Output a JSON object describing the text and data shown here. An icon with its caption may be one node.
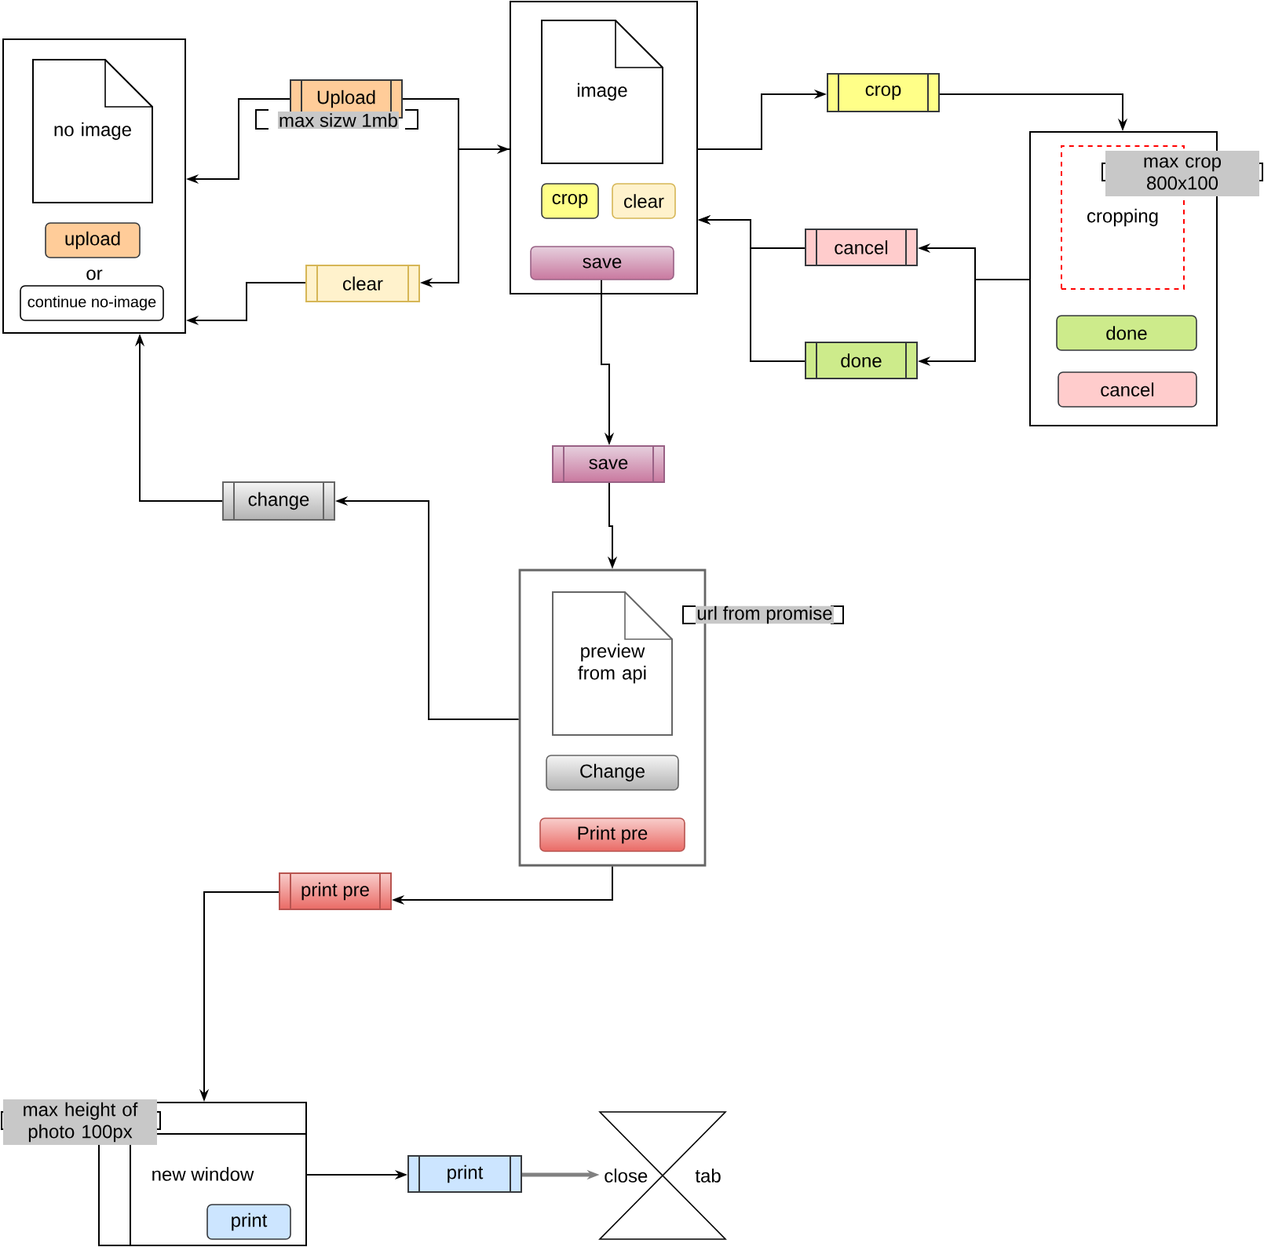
{
  "diagram": {
    "nodes": [
      {
        "text": [],
        "shape": "box"
      },
      {
        "text": [
          "no image"
        ],
        "in": 0
      },
      {
        "text": [
          "upload"
        ],
        "in": 0
      },
      {
        "text": [
          "continue no-image"
        ],
        "in": 0
      },
      {
        "text": [
          "Upload"
        ]
      },
      {
        "text": [
          "max sizw 1mb"
        ]
      },
      {
        "text": [
          "clear"
        ]
      },
      {
        "text": [],
        "shape": "box"
      },
      {
        "text": [
          "image"
        ],
        "in": 7
      },
      {
        "text": [
          "crop"
        ],
        "in": 7
      },
      {
        "text": [
          "clear"
        ],
        "in": 7
      },
      {
        "text": [
          "save"
        ],
        "in": 7
      },
      {
        "text": [
          "crop"
        ]
      },
      {
        "text": [],
        "shape": "box"
      },
      {
        "text": [
          "cropping"
        ],
        "in": 13
      },
      {
        "text": [
          "max crop 800x100"
        ]
      },
      {
        "text": [
          "done"
        ],
        "in": 13
      },
      {
        "text": [
          "cancel"
        ],
        "in": 13
      },
      {
        "text": [
          "cancel"
        ]
      },
      {
        "text": [
          "done"
        ]
      },
      {
        "text": [
          "save"
        ]
      },
      {
        "text": [
          "change"
        ]
      },
      {
        "text": [],
        "shape": "box"
      },
      {
        "text": [
          "preview from api"
        ],
        "in": 22
      },
      {
        "text": [
          "url from promise"
        ]
      },
      {
        "text": [
          "Change"
        ],
        "in": 22
      },
      {
        "text": [
          "Print pre"
        ],
        "in": 22
      },
      {
        "text": [
          "print pre"
        ]
      },
      {
        "text": [
          "new window"
        ]
      },
      {
        "text": [
          "print"
        ],
        "in": 28
      },
      {
        "text": [
          "max height of photo 100px"
        ]
      },
      {
        "text": [
          "print"
        ]
      },
      {
        "text": [
          "close",
          "tab"
        ]
      }
    ],
    "edges": [
      {
        "from": 4,
        "to": 0,
        "arrow": "to"
      },
      {
        "from": 4,
        "to": 7,
        "arrow": "to"
      },
      {
        "from": 7,
        "to": 6,
        "arrow": "to"
      },
      {
        "from": 6,
        "to": 0,
        "arrow": "to"
      },
      {
        "from": 7,
        "to": 12,
        "arrow": "to"
      },
      {
        "from": 12,
        "to": 13,
        "arrow": "to"
      },
      {
        "from": 13,
        "to": 18,
        "arrow": "to"
      },
      {
        "from": 13,
        "to": 19,
        "arrow": "to"
      },
      {
        "from": 18,
        "to": 7,
        "arrow": "to"
      },
      {
        "from": 19,
        "to": 7,
        "arrow": "to"
      },
      {
        "from": 11,
        "to": 20,
        "arrow": "to"
      },
      {
        "from": 20,
        "to": 22,
        "arrow": "to"
      },
      {
        "from": 22,
        "to": 21,
        "arrow": "to"
      },
      {
        "from": 21,
        "to": 0,
        "arrow": "to"
      },
      {
        "from": 22,
        "to": 27,
        "arrow": "to"
      },
      {
        "from": 27,
        "to": 28,
        "arrow": "to"
      },
      {
        "from": 28,
        "to": 31,
        "arrow": "to"
      },
      {
        "from": 31,
        "to": 32,
        "arrow": "to",
        "style": "thick",
        "color": "#808080"
      }
    ],
    "labels": [
      "or"
    ]
  }
}
